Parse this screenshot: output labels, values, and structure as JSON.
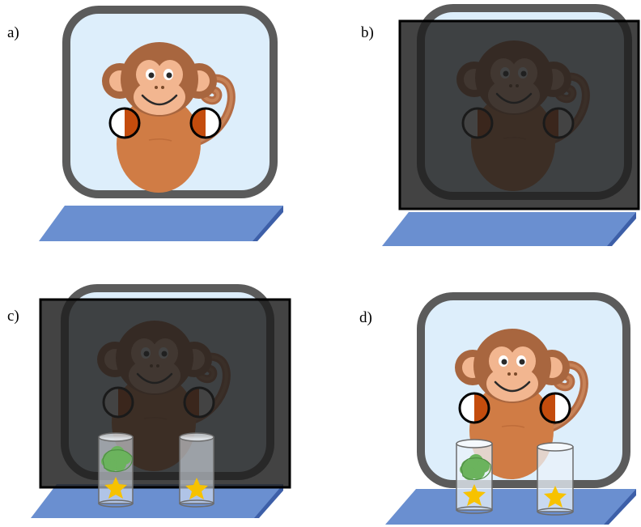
{
  "panels": [
    {
      "label": "a)",
      "screen_covered": false,
      "cylinders": false
    },
    {
      "label": "b)",
      "screen_covered": true,
      "cylinders": false
    },
    {
      "label": "c)",
      "screen_covered": true,
      "cylinders": true
    },
    {
      "label": "d)",
      "screen_covered": false,
      "cylinders": true
    }
  ],
  "colors": {
    "screen_frame": "#5b5b5b",
    "screen_background": "#ddeefb",
    "platform": "#6a8fd0",
    "platform_side": "#3d5fa8",
    "monkey_body": "#d07c45",
    "monkey_head": "#a8663f",
    "monkey_face": "#f2b690",
    "monkey_tail": "#b46c44",
    "eye_spot": "#c44c0d",
    "cover": "#1f1f1f",
    "cylinder": "#e9f1fa",
    "food_green": "#6bb35d",
    "star": "#f7c200"
  },
  "icons": [
    "monkey-icon",
    "eye-spot-icon",
    "cylinder-icon",
    "food-icon",
    "star-icon"
  ]
}
